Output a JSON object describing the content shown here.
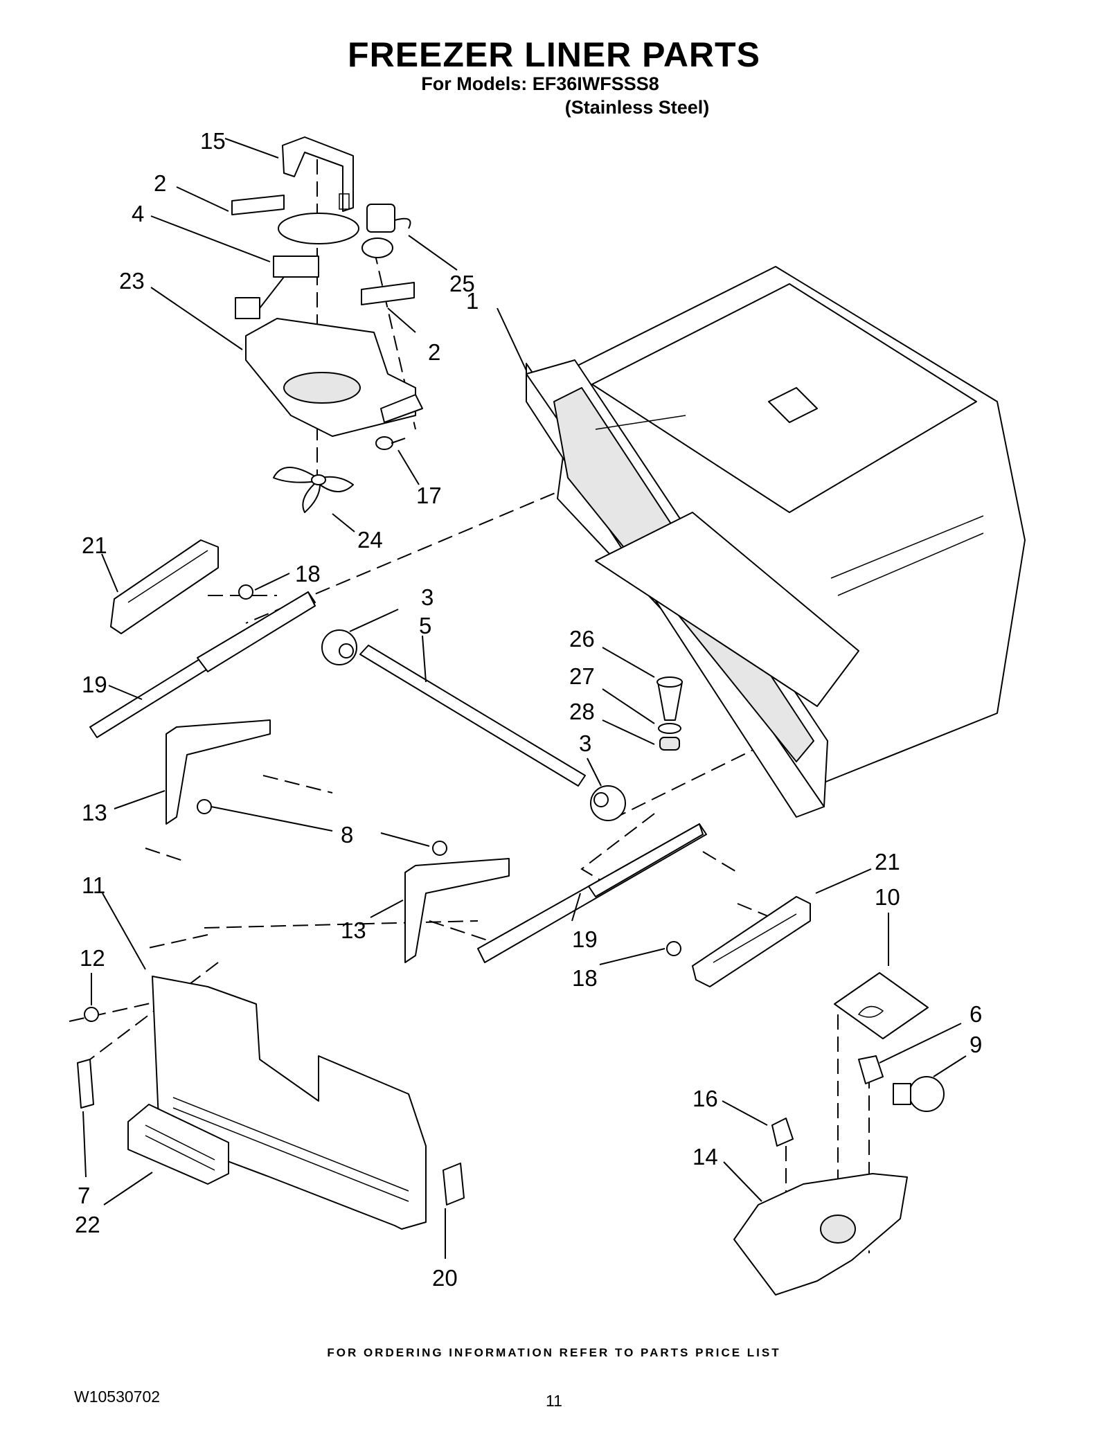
{
  "header": {
    "title": "FREEZER LINER PARTS",
    "models": "For Models: EF36IWFSSS8",
    "finish": "(Stainless Steel)"
  },
  "callouts": [
    "15",
    "2",
    "4",
    "23",
    "25",
    "2",
    "1",
    "17",
    "24",
    "21",
    "18",
    "3",
    "5",
    "26",
    "27",
    "28",
    "3",
    "19",
    "13",
    "8",
    "11",
    "13",
    "21",
    "10",
    "19",
    "18",
    "12",
    "6",
    "9",
    "16",
    "14",
    "7",
    "22",
    "20"
  ],
  "footer": {
    "ordering": "FOR ORDERING INFORMATION REFER TO PARTS PRICE LIST",
    "doc_number": "W10530702",
    "page_number": "11"
  }
}
